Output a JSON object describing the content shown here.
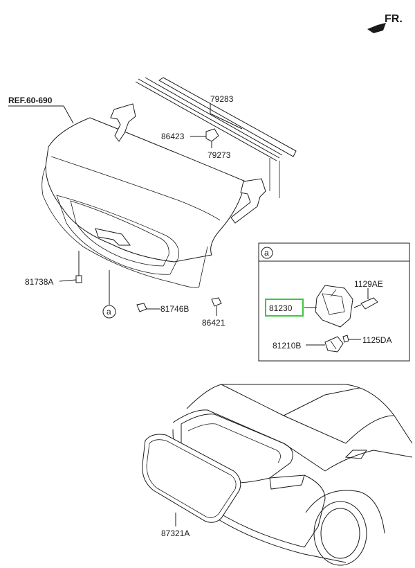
{
  "direction_label": "FR.",
  "reference_label": "REF.60-690",
  "detail_marker": "a",
  "highlight_color": "#3cc83c",
  "parts": {
    "p79283": "79283",
    "p86423": "86423",
    "p79273": "79273",
    "p81738A": "81738A",
    "p81746B": "81746B",
    "p86421": "86421",
    "p1129AE": "1129AE",
    "p81230": "81230",
    "p81210B": "81210B",
    "p1125DA": "1125DA",
    "p87321A": "87321A"
  }
}
